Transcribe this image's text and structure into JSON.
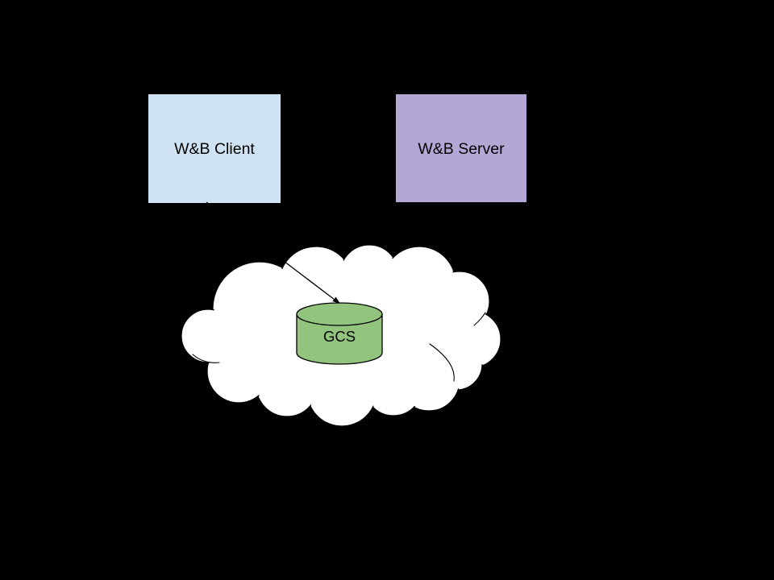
{
  "diagram": {
    "background_color": "#000000",
    "nodes": {
      "client": {
        "label": "W&B Client",
        "shape": "rectangle",
        "fill": "#cfe2f3",
        "text_color": "#000000"
      },
      "server": {
        "label": "W&B Server",
        "shape": "rectangle",
        "fill": "#b4a7d6",
        "text_color": "#000000"
      },
      "cloud": {
        "shape": "cloud",
        "fill": "#ffffff",
        "stroke": "#000000"
      },
      "gcs": {
        "label": "GCS",
        "shape": "cylinder",
        "fill": "#93c47d",
        "stroke": "#000000",
        "text_color": "#000000"
      }
    },
    "edges": [
      {
        "from": "client",
        "to": "gcs",
        "style": "arrow",
        "color": "#000000"
      }
    ]
  }
}
